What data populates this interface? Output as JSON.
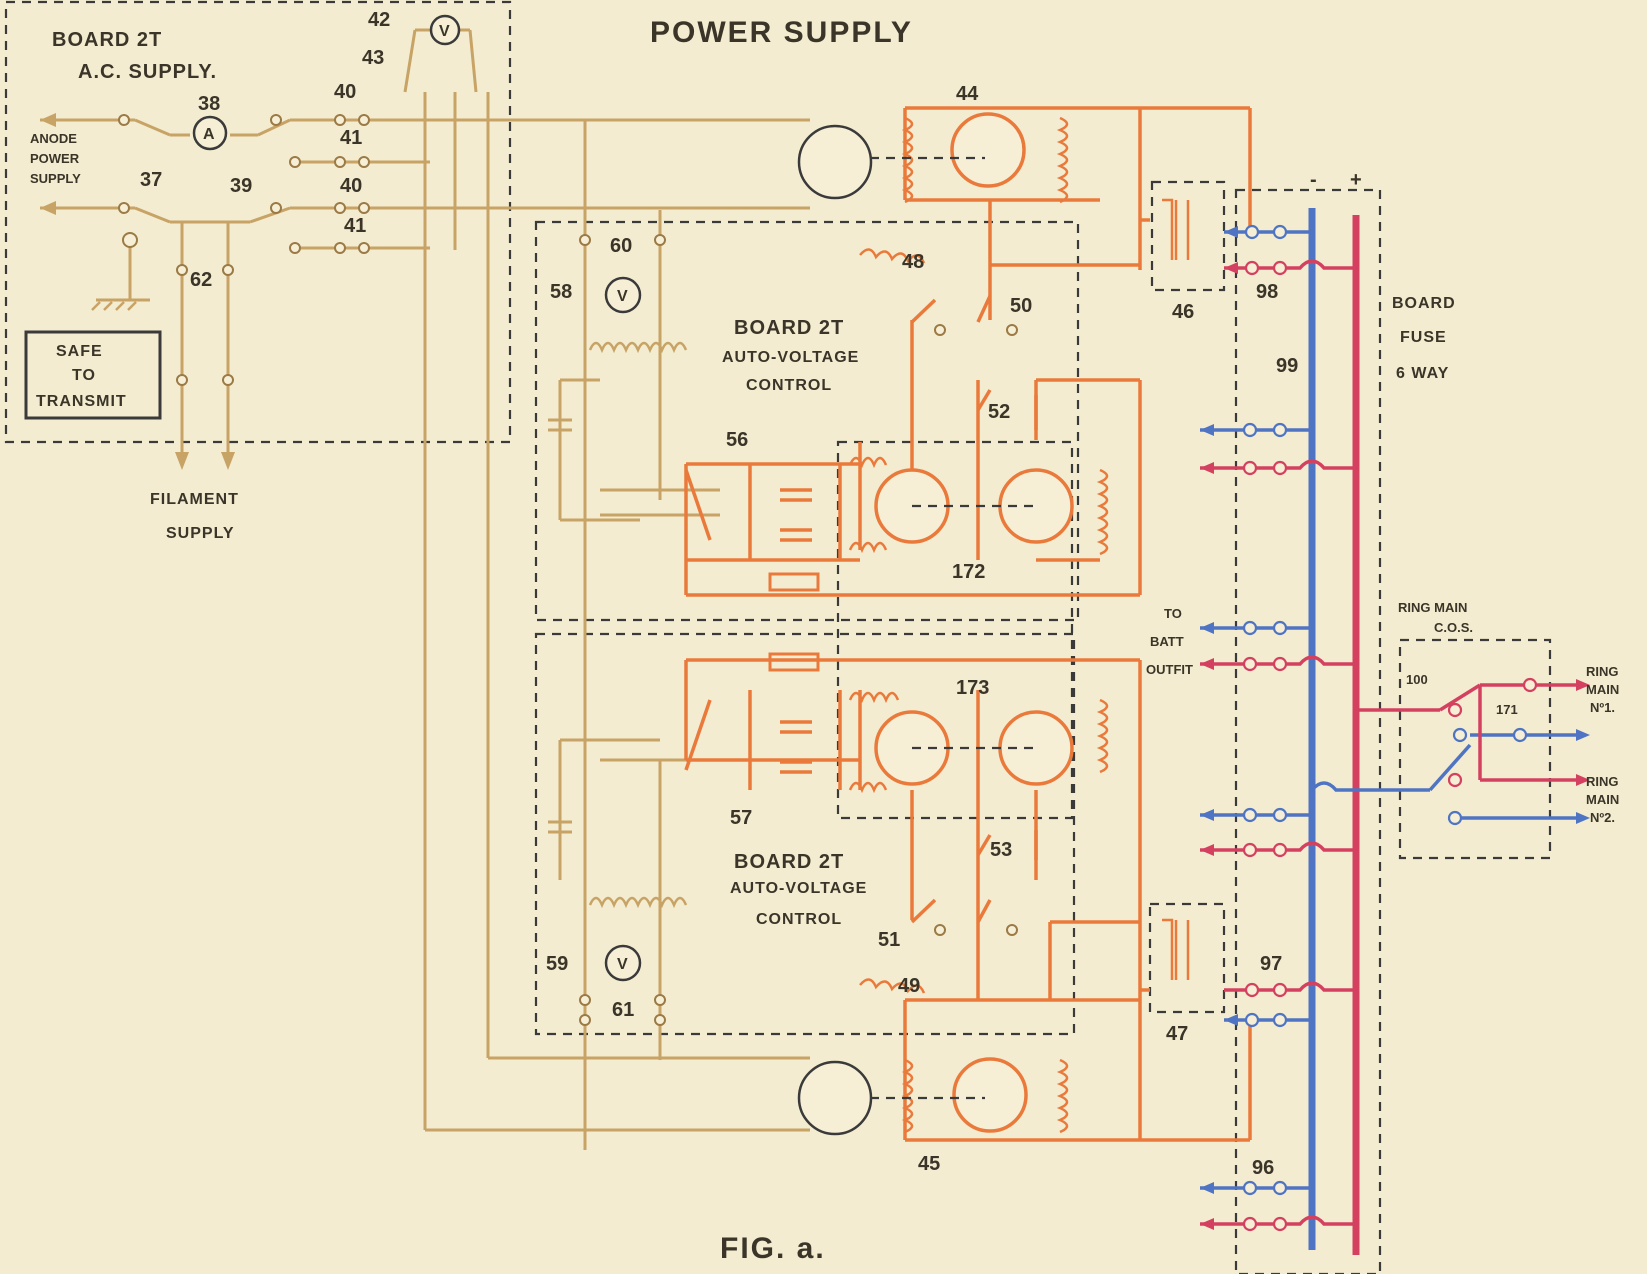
{
  "diagram": {
    "title": "POWER SUPPLY",
    "figure_caption": "FIG. a.",
    "ac_board": {
      "title": "BOARD 2T",
      "subtitle": "A.C. SUPPLY."
    },
    "anode_label": [
      "ANODE",
      "POWER",
      "SUPPLY"
    ],
    "safe_box": [
      "SAFE",
      "TO",
      "TRANSMIT"
    ],
    "filament_label": [
      "FILAMENT",
      "SUPPLY"
    ],
    "avc_upper": [
      "BOARD 2T",
      "AUTO-VOLTAGE",
      "CONTROL"
    ],
    "avc_lower": [
      "BOARD 2T",
      "AUTO-VOLTAGE",
      "CONTROL"
    ],
    "fuse_board": [
      "BOARD",
      "FUSE",
      "6 WAY"
    ],
    "batt_label": [
      "TO",
      "BATT",
      "OUTFIT"
    ],
    "ring_main_title": [
      "RING MAIN",
      "C.O.S."
    ],
    "ring_main_1": [
      "RING",
      "MAIN",
      "Nº1."
    ],
    "ring_main_2": [
      "RING",
      "MAIN",
      "Nº2."
    ],
    "busbar_signs": {
      "minus": "-",
      "plus": "+"
    },
    "meter_symbols": {
      "voltmeter": "V",
      "ammeter": "A"
    },
    "refs": {
      "r37": "37",
      "r38": "38",
      "r39": "39",
      "r40a": "40",
      "r40b": "40",
      "r41a": "41",
      "r41b": "41",
      "r42": "42",
      "r43": "43",
      "r44": "44",
      "r45": "45",
      "r46": "46",
      "r47": "47",
      "r48": "48",
      "r49": "49",
      "r50": "50",
      "r51": "51",
      "r52": "52",
      "r53": "53",
      "r56": "56",
      "r57": "57",
      "r58": "58",
      "r59": "59",
      "r60": "60",
      "r61": "61",
      "r62": "62",
      "r96": "96",
      "r97": "97",
      "r98": "98",
      "r99": "99",
      "r100": "100",
      "r171": "171",
      "r172": "172",
      "r173": "173"
    },
    "wire_colors": {
      "ac_wiring": "#c8a366",
      "dc_wiring": "#ea7a3b",
      "negative_bus": "#4f74c3",
      "positive_bus": "#d44160",
      "enclosures": "#3a3a3a",
      "paper": "#f3ecd0"
    }
  }
}
